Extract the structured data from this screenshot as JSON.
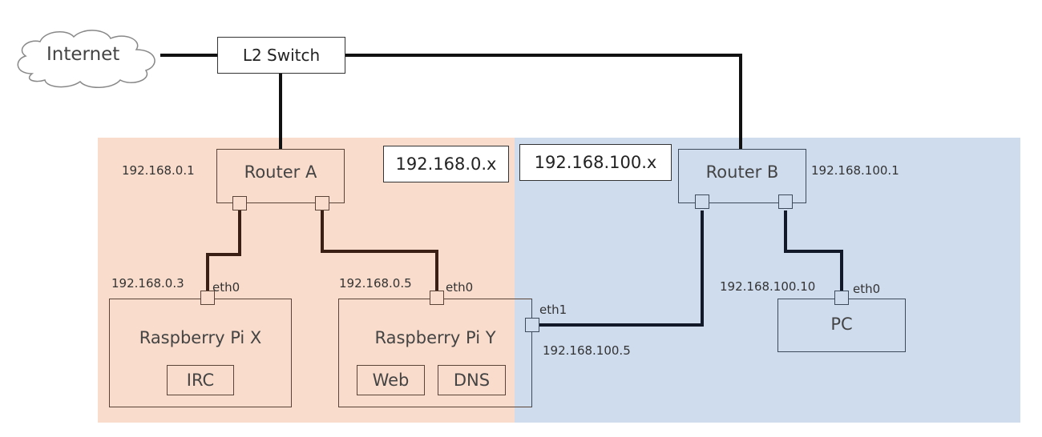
{
  "internet": {
    "label": "Internet"
  },
  "switch": {
    "label": "L2 Switch"
  },
  "subnets": {
    "a": {
      "label": "192.168.0.x",
      "color": "#f9dccb"
    },
    "b": {
      "label": "192.168.100.x",
      "color": "#cfdcee"
    }
  },
  "router_a": {
    "label": "Router A",
    "ip": "192.168.0.1"
  },
  "router_b": {
    "label": "Router B",
    "ip": "192.168.100.1"
  },
  "pi_x": {
    "label": "Raspberry Pi X",
    "ip": "192.168.0.3",
    "iface": "eth0",
    "services": [
      "IRC"
    ]
  },
  "pi_y": {
    "label": "Raspberry Pi Y",
    "ip": "192.168.0.5",
    "iface": "eth0",
    "iface2": "eth1",
    "ip2": "192.168.100.5",
    "services": [
      "Web",
      "DNS"
    ]
  },
  "pc": {
    "label": "PC",
    "ip": "192.168.100.10",
    "iface": "eth0"
  }
}
